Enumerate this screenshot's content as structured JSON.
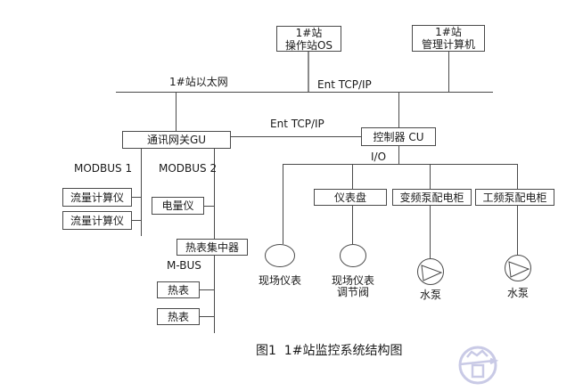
{
  "diagram": {
    "caption": "图1  1#站监控系统结构图",
    "labels": {
      "ethernet": "1#站以太网",
      "ent_tcpip_top": "Ent TCP/IP",
      "ent_tcpip_mid": "Ent TCP/IP",
      "modbus1": "MODBUS 1",
      "modbus2": "MODBUS 2",
      "mbus": "M-BUS",
      "io": "I/O"
    },
    "nodes": {
      "os_station": {
        "line1": "1#站",
        "line2": "操作站OS"
      },
      "mgmt_computer": {
        "line1": "1#站",
        "line2": "管理计算机"
      },
      "gateway": {
        "label": "通讯网关GU"
      },
      "controller": {
        "label": "控制器 CU"
      },
      "flow_calc_1": {
        "label": "流量计算仪"
      },
      "flow_calc_2": {
        "label": "流量计算仪"
      },
      "power_meter": {
        "label": "电量仪"
      },
      "heat_collector": {
        "label": "热表集中器"
      },
      "heat_meter_1": {
        "label": "热表"
      },
      "heat_meter_2": {
        "label": "热表"
      },
      "instrument_panel": {
        "label": "仪表盘"
      },
      "vfd_pump_cabinet": {
        "label": "变频泵配电柜"
      },
      "pfd_pump_cabinet": {
        "label": "工频泵配电柜"
      }
    },
    "terminals": {
      "field_instrument": {
        "label": "现场仪表"
      },
      "field_valve": {
        "line1": "现场仪表",
        "line2": "调节阀"
      },
      "pump_1": {
        "label": "水泵"
      },
      "pump_2": {
        "label": "水泵"
      }
    },
    "colors": {
      "line": "#4a4a4a",
      "text": "#1a1a1a",
      "watermark": "#c9cae6"
    }
  }
}
